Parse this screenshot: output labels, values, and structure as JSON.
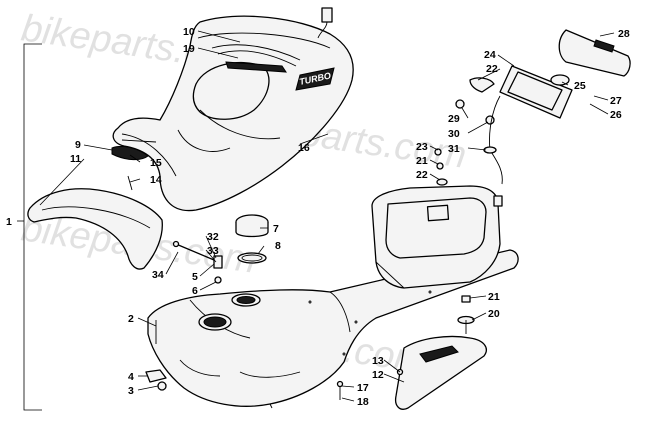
{
  "watermark": "bikeparts.com",
  "seat_logo": "TURBO",
  "assembly_callout": "1",
  "callouts": {
    "c2": "2",
    "c3": "3",
    "c4": "4",
    "c5": "5",
    "c6": "6",
    "c7": "7",
    "c8": "8",
    "c9": "9",
    "c10": "10",
    "c11": "11",
    "c12": "12",
    "c13": "13",
    "c14": "14",
    "c15": "15",
    "c16": "16",
    "c17": "17",
    "c18": "18",
    "c19": "19",
    "c20": "20",
    "c21a": "21",
    "c21b": "21",
    "c22a": "22",
    "c22b": "22",
    "c23": "23",
    "c24": "24",
    "c25": "25",
    "c26": "26",
    "c27": "27",
    "c28": "28",
    "c29": "29",
    "c30": "30",
    "c31": "31",
    "c32": "32",
    "c33": "33",
    "c34": "34"
  }
}
